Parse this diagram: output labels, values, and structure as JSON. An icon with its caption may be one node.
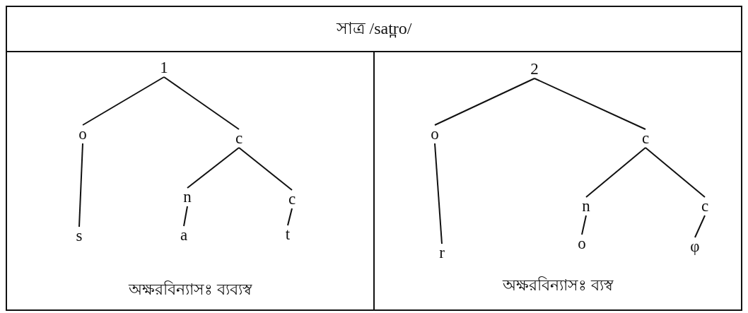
{
  "diagram": {
    "nodes": [
      {
        "text": [
          "সাত্র /sat̪ro/"
        ]
      },
      {
        "text": [
          "অক্ষরবিন্যাসঃ ব্যব্যস্ব"
        ]
      },
      {
        "text": [
          "1"
        ],
        "in": 1
      },
      {
        "text": [
          "o"
        ],
        "in": 1
      },
      {
        "text": [
          "c"
        ],
        "in": 1
      },
      {
        "text": [
          "s"
        ],
        "in": 1
      },
      {
        "text": [
          "n"
        ],
        "in": 1
      },
      {
        "text": [
          "c"
        ],
        "in": 1
      },
      {
        "text": [
          "a"
        ],
        "in": 1
      },
      {
        "text": [
          "t"
        ],
        "in": 1
      },
      {
        "text": [
          "অক্ষরবিন্যাসঃ ব্যস্ব"
        ]
      },
      {
        "text": [
          "2"
        ],
        "in": 10
      },
      {
        "text": [
          "o"
        ],
        "in": 10
      },
      {
        "text": [
          "c"
        ],
        "in": 10
      },
      {
        "text": [
          "r"
        ],
        "in": 10
      },
      {
        "text": [
          "n"
        ],
        "in": 10
      },
      {
        "text": [
          "c"
        ],
        "in": 10
      },
      {
        "text": [
          "o"
        ],
        "in": 10
      },
      {
        "text": [
          "φ"
        ],
        "in": 10
      }
    ],
    "edges": [
      {
        "from": 2,
        "to": 3,
        "arrow": "none"
      },
      {
        "from": 2,
        "to": 4,
        "arrow": "none"
      },
      {
        "from": 3,
        "to": 5,
        "arrow": "none"
      },
      {
        "from": 4,
        "to": 6,
        "arrow": "none"
      },
      {
        "from": 4,
        "to": 7,
        "arrow": "none"
      },
      {
        "from": 6,
        "to": 8,
        "arrow": "none"
      },
      {
        "from": 7,
        "to": 9,
        "arrow": "none"
      },
      {
        "from": 11,
        "to": 12,
        "arrow": "none"
      },
      {
        "from": 11,
        "to": 13,
        "arrow": "none"
      },
      {
        "from": 12,
        "to": 14,
        "arrow": "none"
      },
      {
        "from": 13,
        "to": 15,
        "arrow": "none"
      },
      {
        "from": 13,
        "to": 16,
        "arrow": "none"
      },
      {
        "from": 15,
        "to": 17,
        "arrow": "none"
      },
      {
        "from": 16,
        "to": 18,
        "arrow": "none"
      }
    ]
  }
}
